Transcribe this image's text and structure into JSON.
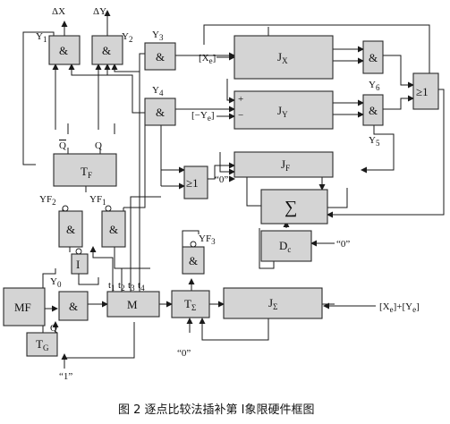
{
  "blocks": {
    "and_y1": "&",
    "and_y2": "&",
    "and_y3": "&",
    "and_y4": "&",
    "and_y5": "&",
    "and_y6": "&",
    "and_yf1": "&",
    "and_yf2": "&",
    "and_y0": "&",
    "and_yf3": "&",
    "or_top": "≥1",
    "or_mid": "≥1",
    "jx": "J",
    "jx_sub": "X",
    "jy": "J",
    "jy_sub": "Y",
    "jf": "J",
    "jf_sub": "F",
    "sum": "∑",
    "dc": "D",
    "dc_sub": "c",
    "tf": "T",
    "tf_sub": "F",
    "inv": "I",
    "mf": "MF",
    "m": "M",
    "tsig": "T",
    "tsig_sub": "Σ",
    "jsig": "J",
    "jsig_sub": "Σ",
    "tg": "T",
    "tg_sub": "G"
  },
  "labels": {
    "dx": "ΔX",
    "dy": "ΔY",
    "y1": "Y",
    "y1_sub": "1",
    "y2": "Y",
    "y2_sub": "2",
    "y3": "Y",
    "y3_sub": "3",
    "y4": "Y",
    "y4_sub": "4",
    "y5": "Y",
    "y5_sub": "5",
    "y6": "Y",
    "y6_sub": "6",
    "y0": "Y",
    "y0_sub": "0",
    "yf1": "YF",
    "yf1_sub": "1",
    "yf2": "YF",
    "yf2_sub": "2",
    "yf3": "YF",
    "yf3_sub": "3",
    "q": "Q",
    "qbar": "Q",
    "q_tg": "Q",
    "t1": "t",
    "t1_sub": "1",
    "t2": "t",
    "t2_sub": "2",
    "t3": "t",
    "t3_sub": "3",
    "t4": "t",
    "t4_sub": "4",
    "xe_in": "[X",
    "xe_in_sub": "e",
    "ye_in": "[−Y",
    "ye_in_sub": "e",
    "jsig_in": "[X",
    "jsig_in_sub1": "e",
    "jsig_in_mid": "]+[Y",
    "jsig_in_sub2": "e",
    "plus": "+",
    "minus": "−",
    "zero_dc": "“0”",
    "zero_jf": "“0”",
    "zero_tsig": "“0”",
    "one_tg": "“1”"
  },
  "caption": "图 2  逐点比较法插补第 Ⅰ象限硬件框图"
}
